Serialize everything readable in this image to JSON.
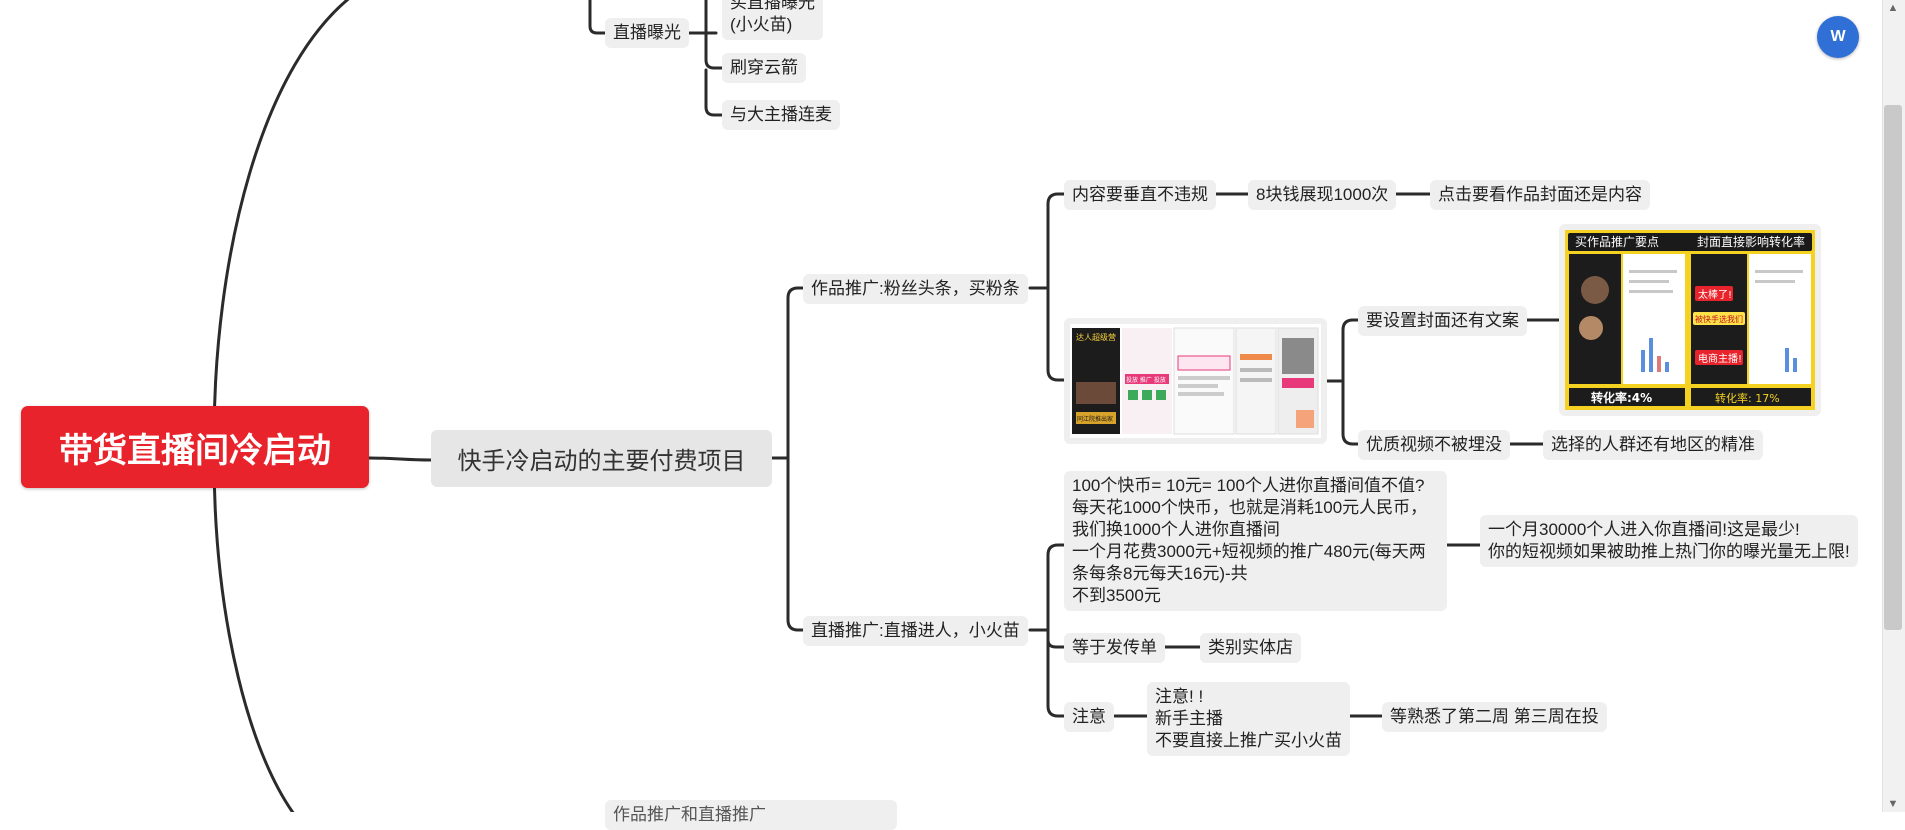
{
  "root": {
    "label": "带货直播间冷启动",
    "color": "#e8232b"
  },
  "main": {
    "label": "快手冷启动的主要付费项目"
  },
  "top_branch": {
    "parent": "直播曝光",
    "cut_child": "买直播曝光\n(小火苗)",
    "children": [
      "刷穿云箭",
      "与大主播连麦"
    ]
  },
  "works_promo": {
    "label": "作品推广:粉丝头条，买粉条",
    "content": "内容要垂直不违规",
    "cost": "8块钱展现1000次",
    "cover_hint": "点击要看作品封面还是内容",
    "need_cover": "要设置封面还有文案",
    "quality": "优质视频不被埋没",
    "audience": "选择的人群还有地区的精准"
  },
  "cover_image": {
    "title_left": "买作品推广要点",
    "title_right": "封面直接影响转化率",
    "badge1": "太棒了!",
    "badge2": "被快手选我们",
    "badge3": "电商主播!",
    "rate_left": "转化率:4%",
    "rate_right": "转化率: 17%"
  },
  "screenshot_image": {
    "label_a": "达人超级营",
    "label_b": "投放 推广 投放",
    "label_c": "同江院推出家"
  },
  "live_promo": {
    "label": "直播推广:直播进人，小火苗",
    "calc": "100个快币= 10元= 100个人进你直播间值不值?\n每天花1000个快币，也就是消耗100元人民币，\n我们换1000个人进你直播间\n一个月花费3000元+短视频的推广480元(每天两\n条每条8元每天16元)-共\n不到3500元",
    "month": "一个月30000个人进入你直播间!这是最少!\n你的短视频如果被助推上热门你的曝光量无上限!",
    "flyer": "等于发传单",
    "store": "类别实体店",
    "note": "注意",
    "note_detail": "注意! !\n新手主播\n不要直接上推广买小火苗",
    "familiar": "等熟悉了第二周 第三周在投"
  },
  "cut_bottom": "作品推广和直播推广",
  "app_icon": "W"
}
